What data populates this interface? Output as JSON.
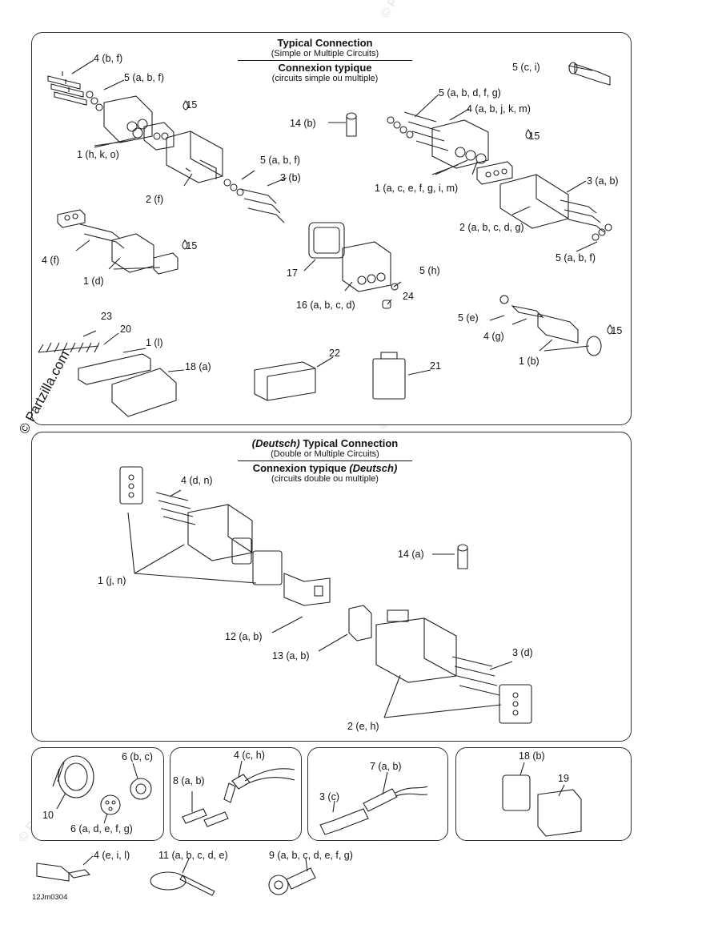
{
  "watermark": "© Partzilla.com",
  "watermark_faint": "© Partzilla.com",
  "drawing_code": "12Jm0304",
  "top_panel": {
    "title_en": "Typical Connection",
    "subtitle_en": "(Simple or Multiple Circuits)",
    "title_fr": "Connexion typique",
    "subtitle_fr": "(circuits simple ou multiple)",
    "labels": [
      "4 (b, f)",
      "5 (a, b, f)",
      "1 (h, k, o)",
      "15",
      "2 (f)",
      "5 (a, b, f)",
      "3 (b)",
      "5 (c, i)",
      "14 (b)",
      "5 (a, b, d, f, g)",
      "4 (a, b, j, k, m)",
      "15",
      "1 (a, c, e, f, g, i, m)",
      "3 (a, b)",
      "2 (a, b, c, d, g)",
      "5 (a, b, f)",
      "4 (f)",
      "15",
      "1 (d)",
      "17",
      "5 (h)",
      "16 (a, b, c, d)",
      "24",
      "23",
      "20",
      "1 (l)",
      "18 (a)",
      "22",
      "21",
      "5 (e)",
      "4 (g)",
      "15",
      "1 (b)"
    ]
  },
  "deutsch_panel": {
    "title_brand": "(Deutsch)",
    "title_en": "Typical Connection",
    "subtitle_en": "(Double or Multiple Circuits)",
    "title_fr": "Connexion typique",
    "title_fr_brand": "(Deutsch)",
    "subtitle_fr": "(circuits double ou multiple)",
    "labels": [
      "4 (d, n)",
      "1 (j, n)",
      "14 (a)",
      "12 (a, b)",
      "13 (a, b)",
      "3 (d)",
      "2 (e, h)"
    ]
  },
  "small_panels": [
    {
      "labels": [
        "6 (b, c)",
        "10",
        "6 (a, d, e, f, g)"
      ]
    },
    {
      "labels": [
        "4 (c, h)",
        "8 (a, b)"
      ]
    },
    {
      "labels": [
        "7 (a, b)",
        "3 (c)"
      ]
    },
    {
      "labels": [
        "18 (b)",
        "19"
      ]
    }
  ],
  "loose_labels": [
    "4 (e, i, l)",
    "11 (a, b, c, d, e)",
    "9 (a, b, c, d, e, f, g)"
  ]
}
